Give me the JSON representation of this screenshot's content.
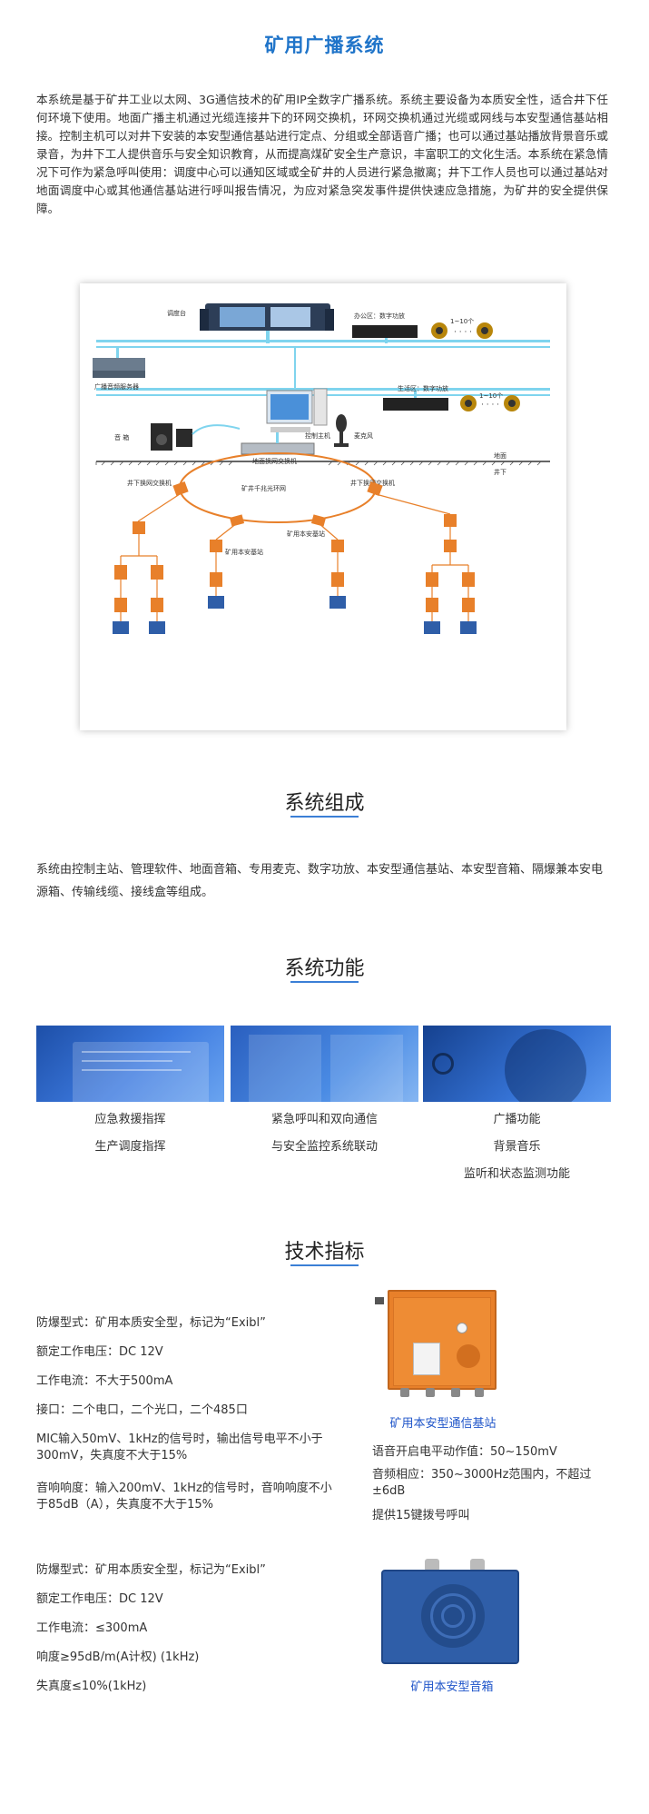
{
  "page": {
    "title": "矿用广播系统",
    "intro": "本系统是基于矿井工业以太网、3G通信技术的矿用IP全数字广播系统。系统主要设备为本质安全性，适合井下任何环境下使用。地面广播主机通过光缆连接井下的环网交换机，环网交换机通过光缆或网线与本安型通信基站相接。控制主机可以对井下安装的本安型通信基站进行定点、分组或全部语音广播；也可以通过基站播放背景音乐或录音，为井下工人提供音乐与安全知识教育，从而提高煤矿安全生产意识，丰富职工的文化生活。本系统在紧急情况下可作为紧急呼叫使用：调度中心可以通知区域或全矿井的人员进行紧急撤离；井下工作人员也可以通过基站对地面调度中心或其他通信基站进行呼叫报告情况，为应对紧急突发事件提供快速应急措施，为矿井的安全提供保障。"
  },
  "diagram": {
    "dispatch": "调度台",
    "office": "办公区：数字功放",
    "living": "生活区：数字功放",
    "speakers_range_1": "1~10个",
    "speakers_range_2": "1~10个",
    "server": "广播音频服务器",
    "speaker_box": "音  箱",
    "control_host": "控制主机",
    "microphone": "麦克风",
    "ground_switch": "地面换网交换机",
    "ground": "地面",
    "underground": "井下",
    "left_switch": "井下换网交换机",
    "right_switch": "井下换网交换机",
    "ring": "矿井千兆光环网",
    "station_1": "矿用本安基站",
    "station_2": "矿用本安基站"
  },
  "composition": {
    "title": "系统组成",
    "text": "系统由控制主站、管理软件、地面音箱、专用麦克、数字功放、本安型通信基站、本安型音箱、隔爆兼本安电源箱、传输线缆、接线盒等组成。"
  },
  "functions": {
    "title": "系统功能",
    "col1": [
      "应急救援指挥",
      "生产调度指挥"
    ],
    "col2": [
      "紧急呼叫和双向通信",
      "与安全监控系统联动"
    ],
    "col3": [
      "广播功能",
      "背景音乐",
      "监听和状态监测功能"
    ]
  },
  "specs": {
    "title": "技术指标",
    "block1": [
      "防爆型式：矿用本质安全型，标记为“Exibl”",
      "额定工作电压：DC 12V",
      "工作电流：不大于500mA",
      "接口：二个电口，二个光口，二个485口",
      "MIC输入50mV、1kHz的信号时，输出信号电平不小于300mV，失真度不大于15%",
      "音响响度：输入200mV、1kHz的信号时，音响响度不小于85dB（A），失真度不大于15%"
    ],
    "block1_right": [
      "语音开启电平动作值：50~150mV",
      "音频相应：350~3000Hz范围内，不超过±6dB",
      "提供15键拨号呼叫"
    ],
    "caption1": "矿用本安型通信基站",
    "block2": [
      "防爆型式：矿用本质安全型，标记为“Exibl”",
      "额定工作电压：DC 12V",
      "工作电流：≤300mA",
      "响度≥95dB/m(A计权) (1kHz)",
      "失真度≤10%(1kHz)"
    ],
    "caption2": "矿用本安型音箱"
  },
  "colors": {
    "accent": "#1f74c9",
    "orange": "#e8802a",
    "cyan": "#7fd4ee"
  }
}
